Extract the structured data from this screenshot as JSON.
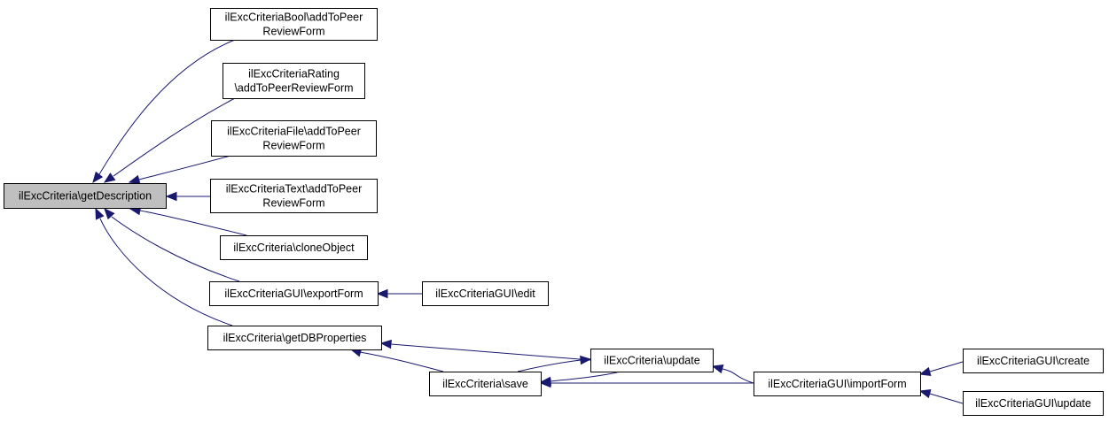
{
  "colors": {
    "node_fill": "#ffffff",
    "node_highlight_fill": "#bfbfbf",
    "node_border": "#000000",
    "edge": "#191970",
    "background": "#ffffff"
  },
  "nodes": [
    {
      "id": "getDescription",
      "lines": [
        "ilExcCriteria\\getDescription"
      ],
      "highlight": true
    },
    {
      "id": "boolAdd",
      "lines": [
        "ilExcCriteriaBool\\addToPeer",
        "ReviewForm"
      ]
    },
    {
      "id": "ratingAdd",
      "lines": [
        "ilExcCriteriaRating",
        "\\addToPeerReviewForm"
      ]
    },
    {
      "id": "fileAdd",
      "lines": [
        "ilExcCriteriaFile\\addToPeer",
        "ReviewForm"
      ]
    },
    {
      "id": "textAdd",
      "lines": [
        "ilExcCriteriaText\\addToPeer",
        "ReviewForm"
      ]
    },
    {
      "id": "cloneObject",
      "lines": [
        "ilExcCriteria\\cloneObject"
      ]
    },
    {
      "id": "exportForm",
      "lines": [
        "ilExcCriteriaGUI\\exportForm"
      ]
    },
    {
      "id": "guiEdit",
      "lines": [
        "ilExcCriteriaGUI\\edit"
      ]
    },
    {
      "id": "getDBProperties",
      "lines": [
        "ilExcCriteria\\getDBProperties"
      ]
    },
    {
      "id": "save",
      "lines": [
        "ilExcCriteria\\save"
      ]
    },
    {
      "id": "update",
      "lines": [
        "ilExcCriteria\\update"
      ]
    },
    {
      "id": "importForm",
      "lines": [
        "ilExcCriteriaGUI\\importForm"
      ]
    },
    {
      "id": "guiCreate",
      "lines": [
        "ilExcCriteriaGUI\\create"
      ]
    },
    {
      "id": "guiUpdate",
      "lines": [
        "ilExcCriteriaGUI\\update"
      ]
    }
  ],
  "edges": [
    {
      "from": "boolAdd",
      "to": "getDescription"
    },
    {
      "from": "ratingAdd",
      "to": "getDescription"
    },
    {
      "from": "fileAdd",
      "to": "getDescription"
    },
    {
      "from": "textAdd",
      "to": "getDescription"
    },
    {
      "from": "cloneObject",
      "to": "getDescription"
    },
    {
      "from": "exportForm",
      "to": "getDescription"
    },
    {
      "from": "getDBProperties",
      "to": "getDescription"
    },
    {
      "from": "save",
      "to": "getDescription"
    },
    {
      "from": "guiEdit",
      "to": "exportForm"
    },
    {
      "from": "update",
      "to": "getDBProperties"
    },
    {
      "from": "save",
      "to": "getDBProperties"
    },
    {
      "from": "save",
      "to": "update"
    },
    {
      "from": "update",
      "to": "save"
    },
    {
      "from": "importForm",
      "to": "update"
    },
    {
      "from": "importForm",
      "to": "save"
    },
    {
      "from": "guiCreate",
      "to": "importForm"
    },
    {
      "from": "guiUpdate",
      "to": "importForm"
    }
  ]
}
